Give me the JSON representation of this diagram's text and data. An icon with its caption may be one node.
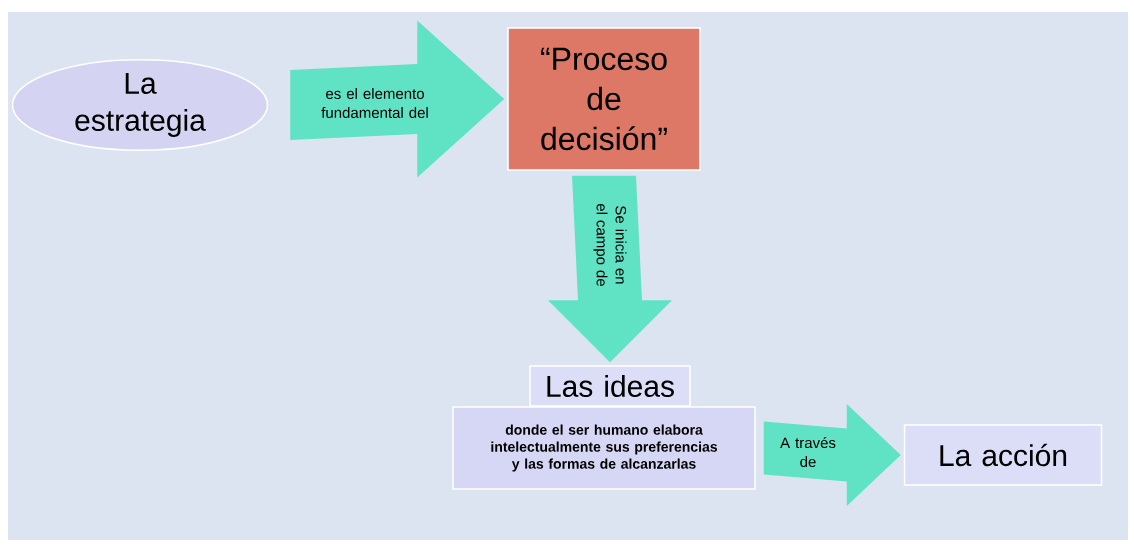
{
  "diagram": {
    "nodes": [
      {
        "text": [
          "La estrategia"
        ]
      },
      {
        "text": [
          "“Proceso de decisión”"
        ]
      },
      {
        "text": [
          "Las ideas"
        ]
      },
      {
        "text": [
          "donde el ser humano elabora intelectualmente sus preferencias y las formas de alcanzarlas"
        ]
      },
      {
        "text": [
          "La acción"
        ]
      }
    ],
    "edges": [
      {
        "from": 0,
        "to": 1,
        "arrow": "to",
        "label": "es el elemento fundamental del"
      },
      {
        "from": 1,
        "to": 2,
        "arrow": "to",
        "label": "Se inicia en el campo de"
      },
      {
        "from": 3,
        "to": 4,
        "arrow": "to",
        "label": "A través de"
      }
    ]
  }
}
